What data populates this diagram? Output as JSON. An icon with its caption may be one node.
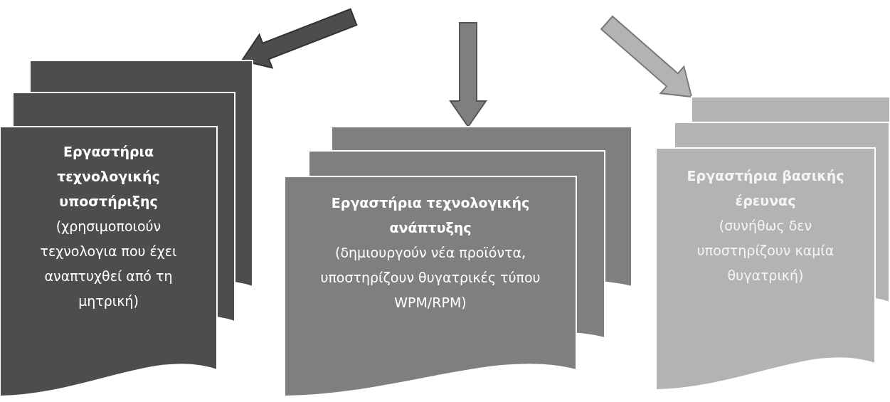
{
  "diagram": {
    "nodes": [
      {
        "text": [
          "Εργαστήρια τεχνολογικής υποστήριξης",
          "(χρησιμοποιούν τεχνολογια που έχει αναπτυχθεί από τη μητρική)"
        ]
      },
      {
        "text": [
          "Εργαστήρια τεχνολογικής ανάπτυξης",
          "(δημιουργούν νέα προϊόντα, υποστηρίζουν θυγατρικές τύπου WPM/RPM)"
        ]
      },
      {
        "text": [
          "Εργαστήρια βασικής έρευνας",
          "(συνήθως δεν υποστηρίζουν καμία θυγατρική)"
        ]
      }
    ],
    "edges": [
      {
        "from": null,
        "to": 0,
        "arrow": "to",
        "color": "#4d4d4d"
      },
      {
        "from": null,
        "to": 1,
        "arrow": "to",
        "color": "#7f7f7f"
      },
      {
        "from": null,
        "to": 2,
        "arrow": "to",
        "color": "#b3b3b3"
      }
    ]
  }
}
